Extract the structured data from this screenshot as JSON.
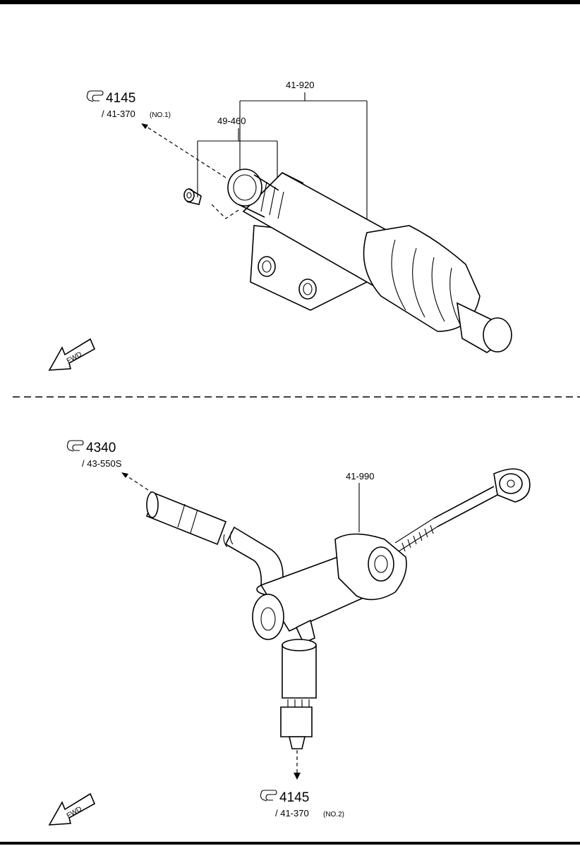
{
  "upper": {
    "ref_main": "4145",
    "ref_sub": "/ 41-370",
    "ref_note": "(NO.1)",
    "part_assembly": "41-920",
    "part_hose_fitting": "49-460",
    "fwd": "FWD"
  },
  "lower": {
    "ref_top_main": "4340",
    "ref_top_sub": "/ 43-550S",
    "part_cylinder": "41-990",
    "ref_bottom_main": "4145",
    "ref_bottom_sub": "/ 41-370",
    "ref_bottom_note": "(NO.2)",
    "fwd": "FWD"
  },
  "icons": {
    "reference": "pointing-hand-icon",
    "forward": "fwd-arrow-icon"
  }
}
